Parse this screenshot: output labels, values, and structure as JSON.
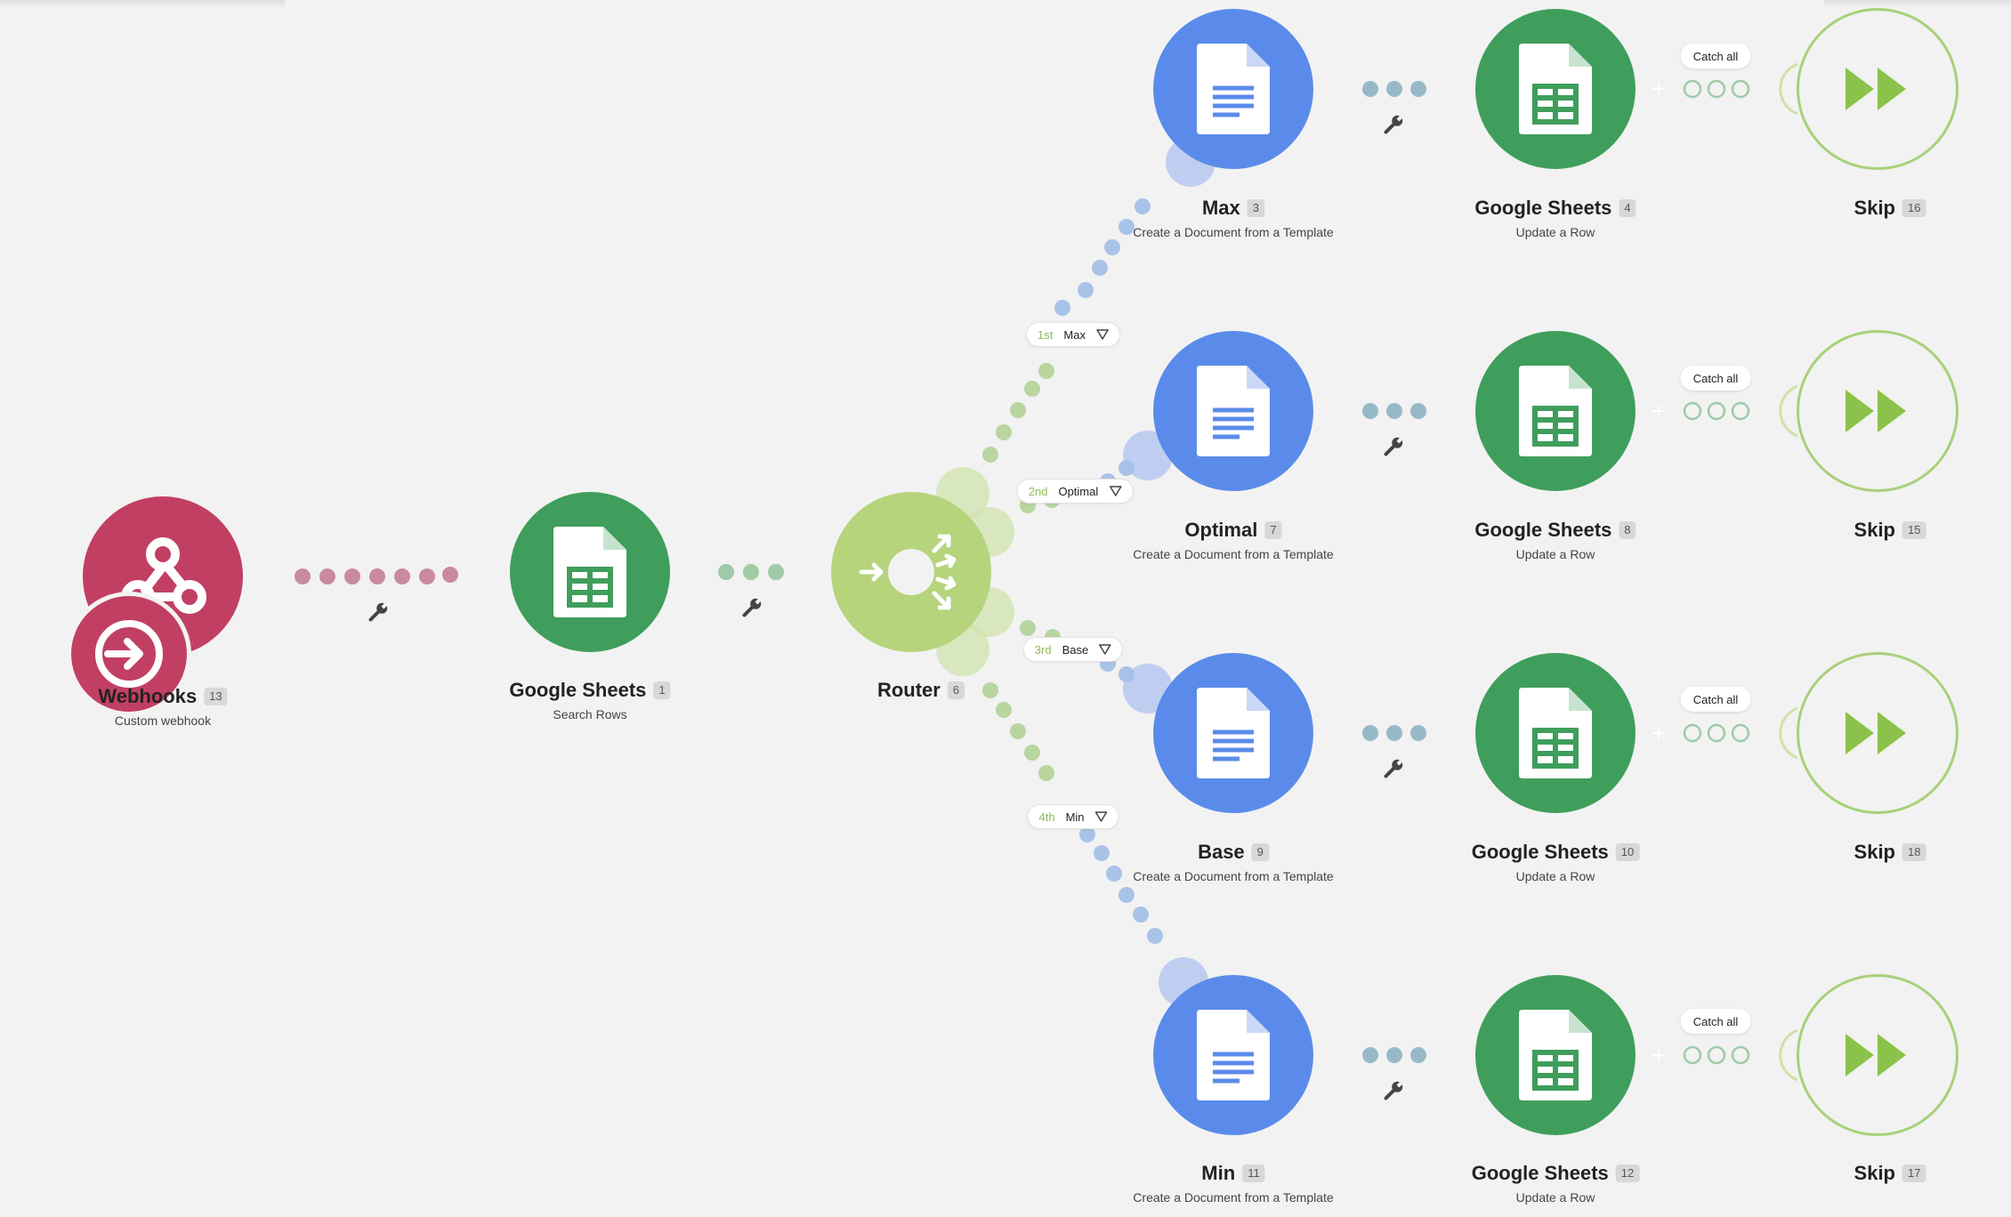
{
  "colors": {
    "webhooks": "#c23f64",
    "sheets": "#3f9e5c",
    "docs": "#5b8bea",
    "router": "#b5d47c",
    "skip": "#a8d07a"
  },
  "modules": {
    "webhooks": {
      "title": "Webhooks",
      "number": "13",
      "subtitle": "Custom webhook",
      "icon": "webhook-icon"
    },
    "sheets_search": {
      "title": "Google Sheets",
      "number": "1",
      "subtitle": "Search Rows",
      "icon": "spreadsheet-icon"
    },
    "router": {
      "title": "Router",
      "number": "6",
      "icon": "router-icon"
    },
    "branches": [
      {
        "filter": {
          "order": "1st",
          "name": "Max"
        },
        "doc": {
          "title": "Max",
          "number": "3",
          "subtitle": "Create a Document from a Template"
        },
        "sheet": {
          "title": "Google Sheets",
          "number": "4",
          "subtitle": "Update a Row"
        },
        "catch": "Catch all",
        "skip": {
          "title": "Skip",
          "number": "16"
        }
      },
      {
        "filter": {
          "order": "2nd",
          "name": "Optimal"
        },
        "doc": {
          "title": "Optimal",
          "number": "7",
          "subtitle": "Create a Document from a Template"
        },
        "sheet": {
          "title": "Google Sheets",
          "number": "8",
          "subtitle": "Update a Row"
        },
        "catch": "Catch all",
        "skip": {
          "title": "Skip",
          "number": "15"
        }
      },
      {
        "filter": {
          "order": "3rd",
          "name": "Base"
        },
        "doc": {
          "title": "Base",
          "number": "9",
          "subtitle": "Create a Document from a Template"
        },
        "sheet": {
          "title": "Google Sheets",
          "number": "10",
          "subtitle": "Update a Row"
        },
        "catch": "Catch all",
        "skip": {
          "title": "Skip",
          "number": "18"
        }
      },
      {
        "filter": {
          "order": "4th",
          "name": "Min"
        },
        "doc": {
          "title": "Min",
          "number": "11",
          "subtitle": "Create a Document from a Template"
        },
        "sheet": {
          "title": "Google Sheets",
          "number": "12",
          "subtitle": "Update a Row"
        },
        "catch": "Catch all",
        "skip": {
          "title": "Skip",
          "number": "17"
        }
      }
    ]
  }
}
